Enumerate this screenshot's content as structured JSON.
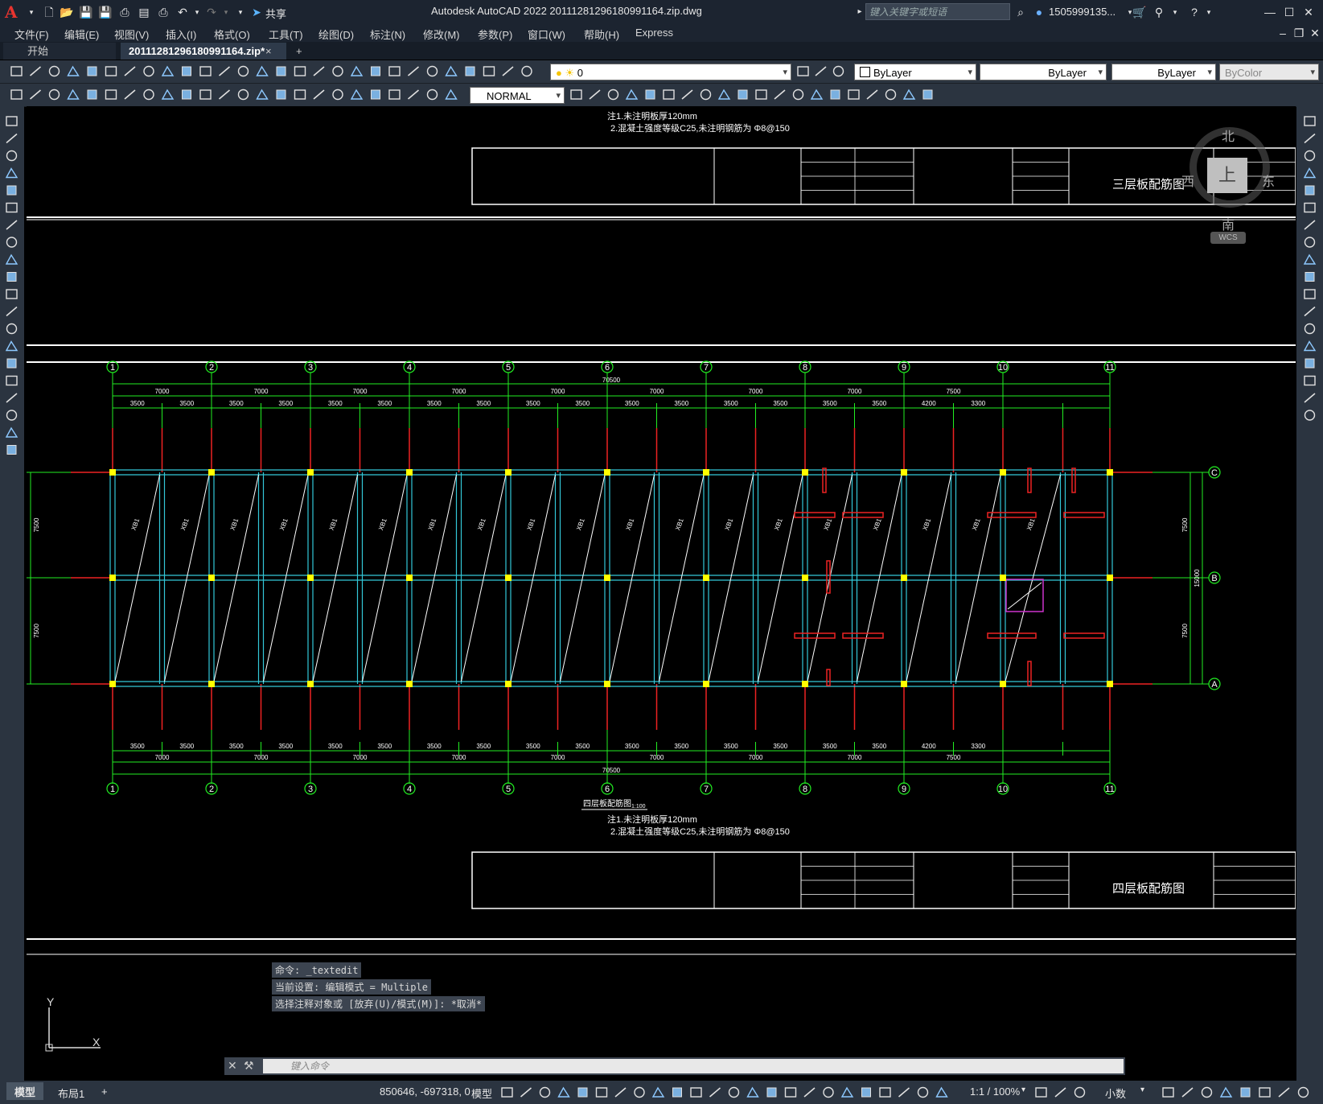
{
  "app": {
    "logo": "A",
    "title": "Autodesk AutoCAD 2022    20111281296180991164.zip.dwg",
    "search_placeholder": "键入关键字或短语",
    "user": "1505999135...",
    "share": "共享"
  },
  "menu": [
    "文件(F)",
    "编辑(E)",
    "视图(V)",
    "插入(I)",
    "格式(O)",
    "工具(T)",
    "绘图(D)",
    "标注(N)",
    "修改(M)",
    "参数(P)",
    "窗口(W)",
    "帮助(H)",
    "Express"
  ],
  "tabs": {
    "start": "开始",
    "file": "20111281296180991164.zip*",
    "close": "×",
    "add": "+"
  },
  "layers": {
    "layer_value": "0",
    "color": "ByLayer",
    "linetype": "ByLayer",
    "lineweight": "ByLayer",
    "plotstyle": "ByColor",
    "textstyle": "NORMAL"
  },
  "viewcube": {
    "north": "北",
    "south": "南",
    "east": "东",
    "west": "西",
    "top": "上",
    "wcs": "WCS"
  },
  "drawing": {
    "note1": "注1.未注明板厚120mm",
    "note2": "2.混凝土强度等级C25,未注明钢筋为 Φ8@150",
    "title3": "三层板配筋图",
    "title4": "四层板配筋图",
    "plan_label": "四层板配筋图",
    "scale_label": "1:100",
    "grid_numbers": [
      "1",
      "2",
      "3",
      "4",
      "5",
      "6",
      "7",
      "8",
      "9",
      "10",
      "11"
    ],
    "row_labels": [
      "C",
      "B",
      "A"
    ],
    "bay_dims": [
      "7000",
      "7000",
      "7000",
      "7000",
      "7000",
      "7000",
      "7000",
      "7000",
      "7500"
    ],
    "half_dims": [
      "3500",
      "3500",
      "3500",
      "3500",
      "3500",
      "3500",
      "3500",
      "3500",
      "3500",
      "3500",
      "3500",
      "3500",
      "3500",
      "3500",
      "3500",
      "3500",
      "4200",
      "3300"
    ],
    "total_dim": "70500",
    "depth_dims": [
      "7500",
      "7500"
    ],
    "depth_total": "15000",
    "slab_mark": "XB1"
  },
  "command": {
    "history": [
      "命令: _textedit",
      "当前设置: 编辑模式 = Multiple",
      "选择注释对象或 [放弃(U)/模式(M)]: *取消*"
    ],
    "prompt": "键入命令"
  },
  "status": {
    "model_tab": "模型",
    "layout_tab": "布局1",
    "add": "+",
    "coords": "850646, -697318, 0",
    "space": "模型",
    "scale": "1:1 / 100%",
    "units": "小数"
  },
  "colors": {
    "green": "#22ee22",
    "red": "#ee2222",
    "cyan": "#33c8d8",
    "yellow": "#ffff00",
    "white": "#ffffff",
    "magenta": "#cc33cc"
  }
}
